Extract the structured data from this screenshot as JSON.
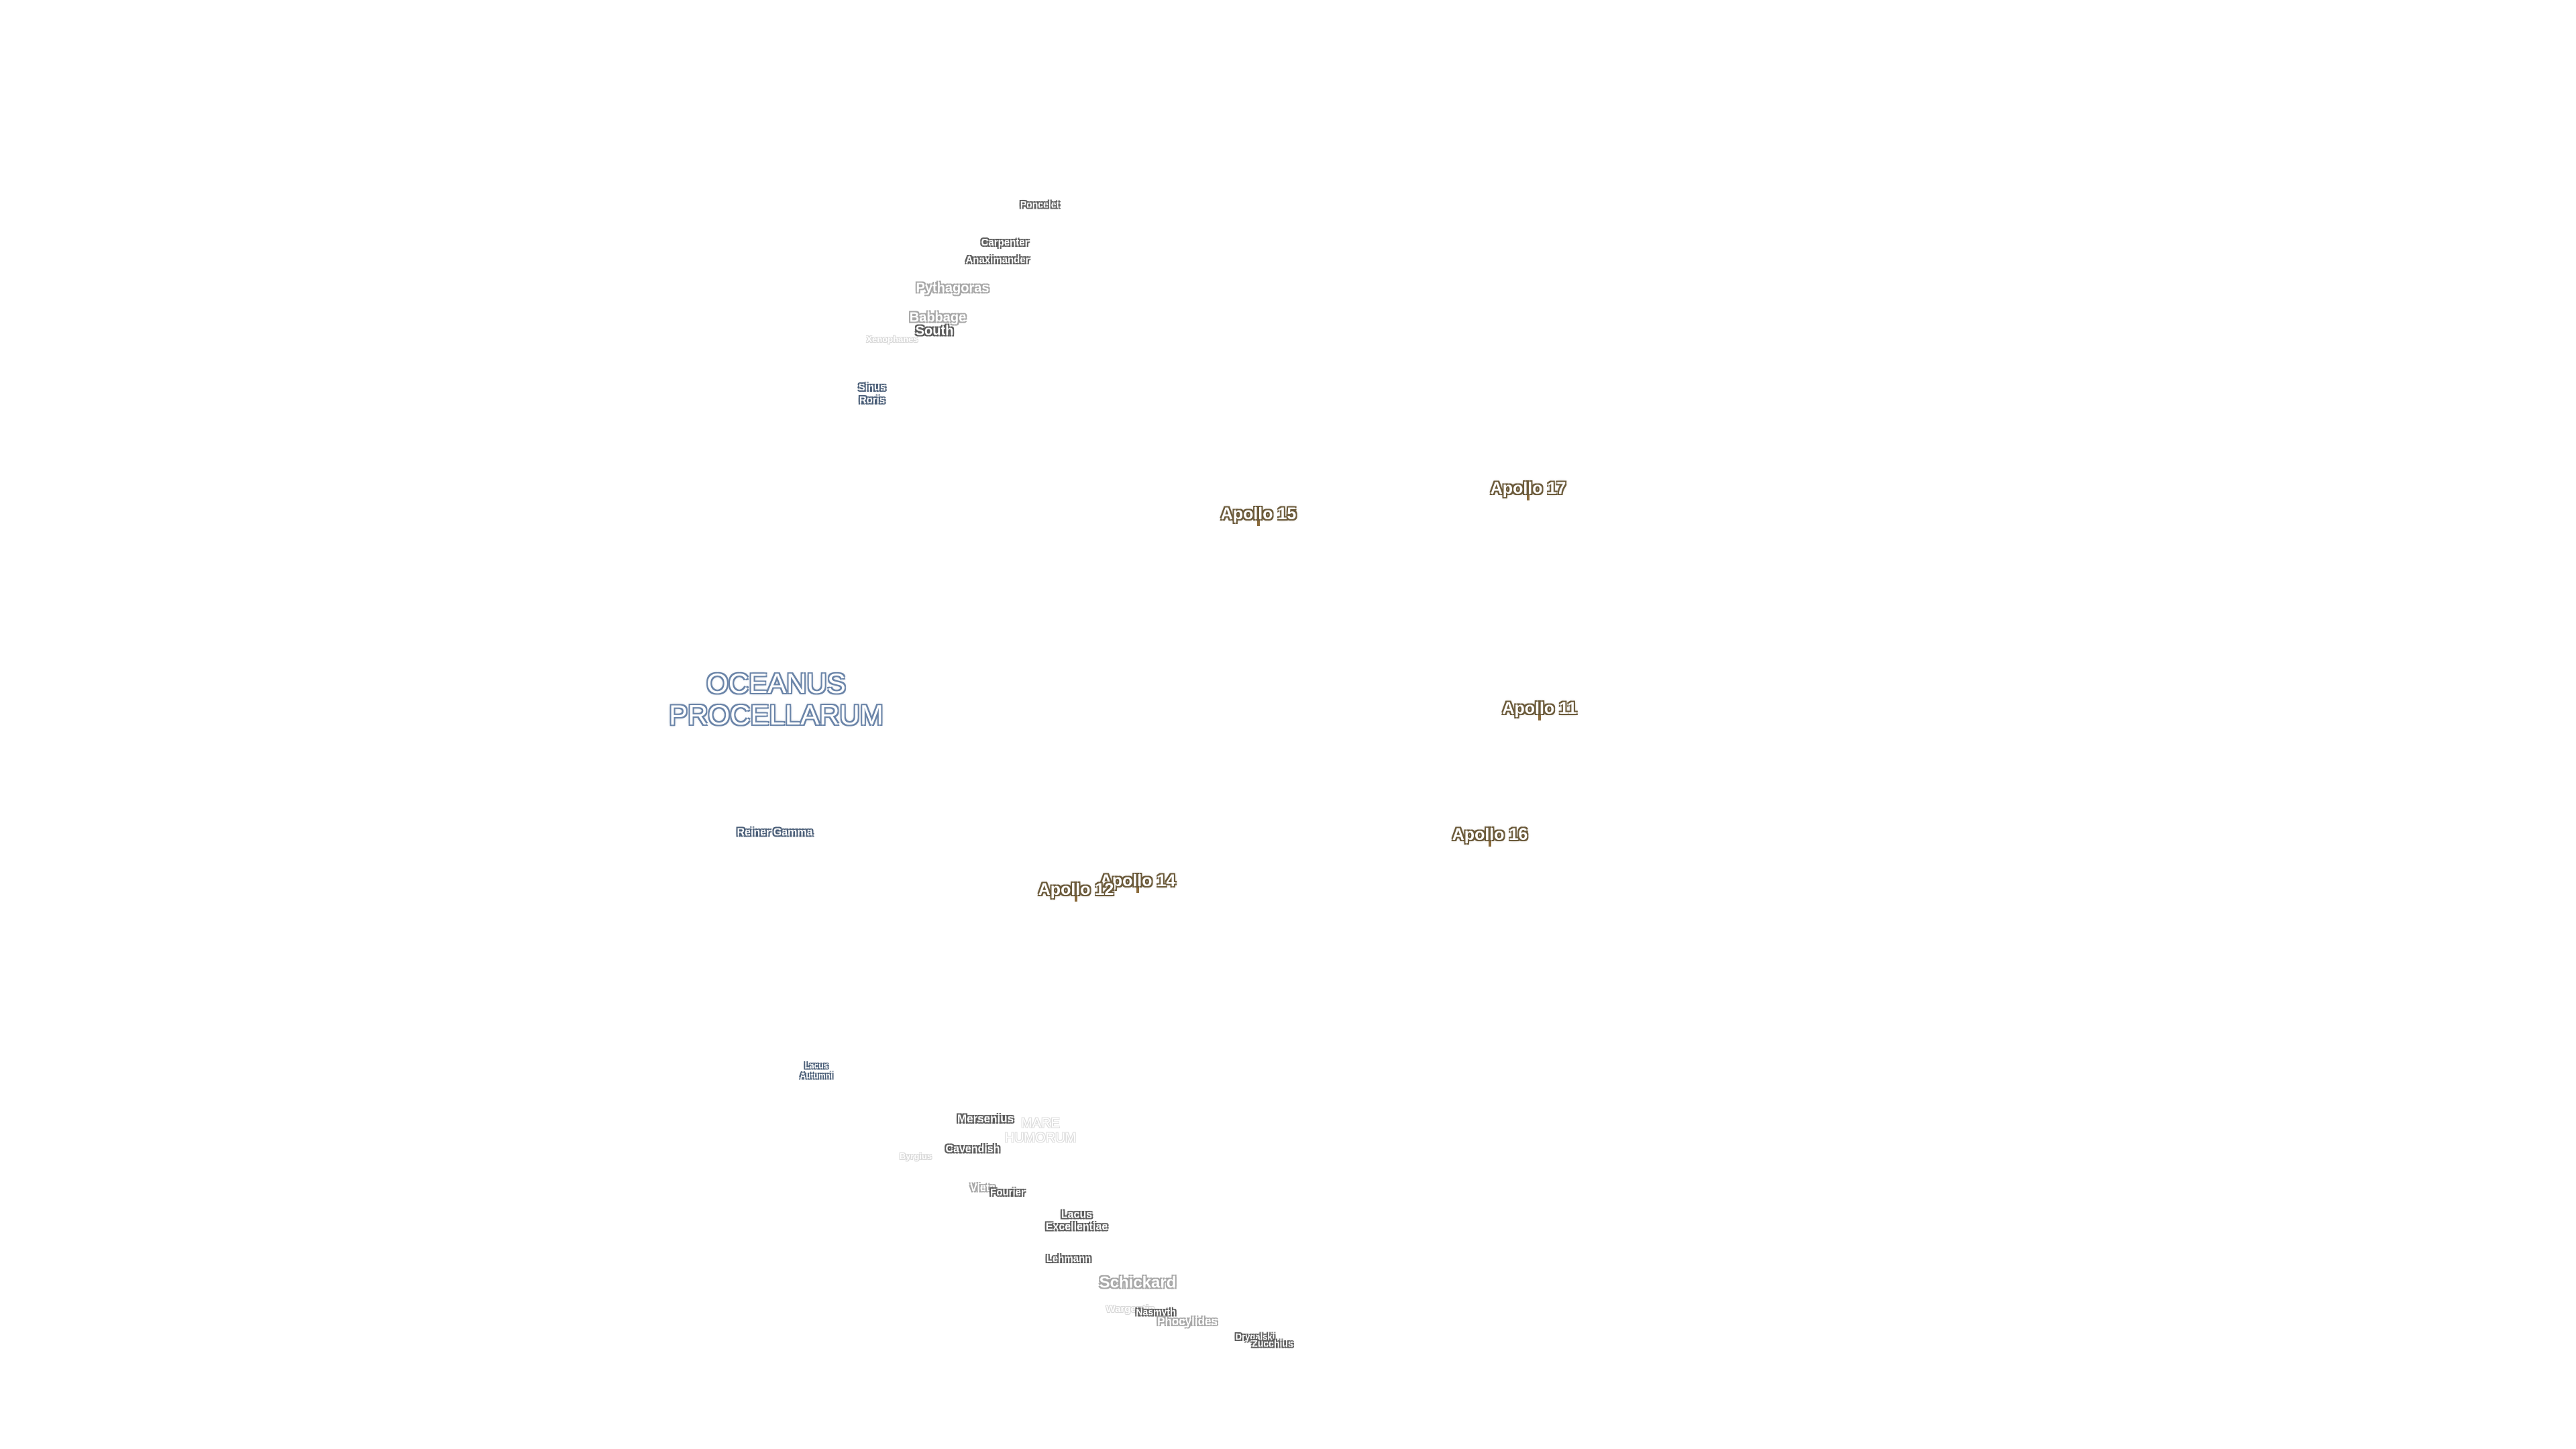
{
  "map": {
    "labels": [
      {
        "id": "poncelet",
        "text": "Poncelet",
        "style": "feat",
        "size": 14
      },
      {
        "id": "carpenter",
        "text": "Carpenter",
        "style": "feat",
        "size": 15
      },
      {
        "id": "anaximander",
        "text": "Anaximander",
        "style": "feat",
        "size": 15
      },
      {
        "id": "pythagoras",
        "text": "Pythagoras",
        "style": "feat-dim",
        "size": 20
      },
      {
        "id": "babbage",
        "text": "Babbage",
        "style": "feat-dim",
        "size": 20
      },
      {
        "id": "south",
        "text": "South",
        "style": "feat",
        "size": 20
      },
      {
        "id": "xenophanes",
        "text": "Xenophanes",
        "style": "feat-faint",
        "size": 13
      },
      {
        "id": "sinus-roris-1",
        "text": "Sinus",
        "style": "feat-blue",
        "size": 15
      },
      {
        "id": "sinus-roris-2",
        "text": "Roris",
        "style": "feat-blue",
        "size": 15
      },
      {
        "id": "apollo-17",
        "text": "Apollo 17",
        "style": "apollo",
        "size": 25
      },
      {
        "id": "apollo-15",
        "text": "Apollo 15",
        "style": "apollo",
        "size": 25
      },
      {
        "id": "oceanus-1",
        "text": "OCEANUS",
        "style": "mare",
        "size": 42
      },
      {
        "id": "oceanus-2",
        "text": "PROCELLARUM",
        "style": "mare",
        "size": 42
      },
      {
        "id": "apollo-11",
        "text": "Apollo 11",
        "style": "apollo",
        "size": 25
      },
      {
        "id": "reiner-gamma",
        "text": "Reiner Gamma",
        "style": "feat-blue",
        "size": 16
      },
      {
        "id": "apollo-16",
        "text": "Apollo 16",
        "style": "apollo",
        "size": 25
      },
      {
        "id": "apollo-14",
        "text": "Apollo 14",
        "style": "apollo",
        "size": 25
      },
      {
        "id": "apollo-12",
        "text": "Apollo 12",
        "style": "apollo",
        "size": 25
      },
      {
        "id": "lacus-autumni-1",
        "text": "Lacus",
        "style": "feat-blue",
        "size": 12
      },
      {
        "id": "lacus-autumni-2",
        "text": "Autumni",
        "style": "feat-blue",
        "size": 12
      },
      {
        "id": "mersenius",
        "text": "Mersenius",
        "style": "feat",
        "size": 17
      },
      {
        "id": "mare-humorum-1",
        "text": "MARE",
        "style": "mare-faint",
        "size": 20
      },
      {
        "id": "mare-humorum-2",
        "text": "HUMORUM",
        "style": "mare-faint",
        "size": 20
      },
      {
        "id": "cavendish",
        "text": "Cavendish",
        "style": "feat",
        "size": 16
      },
      {
        "id": "byrgius",
        "text": "Byrgius",
        "style": "feat-faint",
        "size": 13
      },
      {
        "id": "vieta",
        "text": "Vieta",
        "style": "feat-dim",
        "size": 16
      },
      {
        "id": "fourier",
        "text": "Fourier",
        "style": "feat",
        "size": 15
      },
      {
        "id": "lacus-excellentiae-1",
        "text": "Lacus",
        "style": "feat",
        "size": 16
      },
      {
        "id": "lacus-excellentiae-2",
        "text": "Excellentiae",
        "style": "feat",
        "size": 16
      },
      {
        "id": "lehmann",
        "text": "Lehmann",
        "style": "feat",
        "size": 15
      },
      {
        "id": "schickard",
        "text": "Schickard",
        "style": "feat-dim",
        "size": 24
      },
      {
        "id": "wargentin",
        "text": "Wargentin",
        "style": "feat-faint",
        "size": 15
      },
      {
        "id": "nasmyth",
        "text": "Nasmyth",
        "style": "feat",
        "size": 14
      },
      {
        "id": "phocylides",
        "text": "Phocylides",
        "style": "feat-dim",
        "size": 17
      },
      {
        "id": "drygalski",
        "text": "Drygalski",
        "style": "feat",
        "size": 13
      },
      {
        "id": "zucchius",
        "text": "Zucchius",
        "style": "feat",
        "size": 14
      }
    ],
    "pins": [
      "apollo-17",
      "apollo-15",
      "apollo-11",
      "apollo-16",
      "apollo-14",
      "apollo-12"
    ]
  }
}
